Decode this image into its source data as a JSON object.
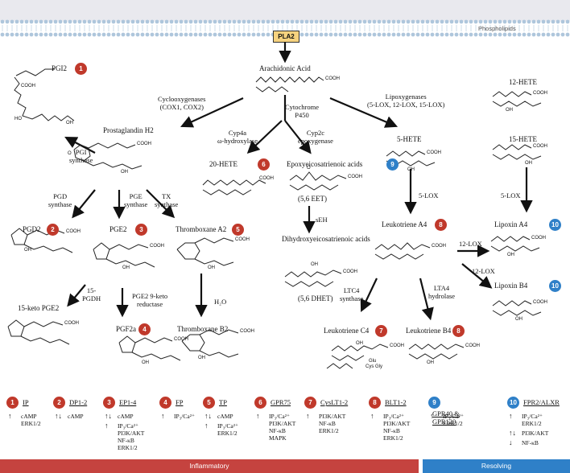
{
  "membrane": {
    "label": "Phospholipids",
    "enzyme": "PLA2"
  },
  "compounds": {
    "arachidonic_acid": "Arachidonic Acid",
    "pgi2": "PGI2",
    "pgh2": "Prostaglandin H2",
    "pgd2": "PGD2",
    "pge2": "PGE2",
    "txa2": "Thromboxane A2",
    "keto_pge2": "15-keto PGE2",
    "pgf2a": "PGF2a",
    "txb2": "Thromboxane B2",
    "hete20": "20-HETE",
    "eet": "Epoxyeicosatrienoic acids",
    "eet_sub": "(5,6 EET)",
    "dhet": "Dihydroxyeicosatrienoic acids",
    "dhet_sub": "(5,6 DHET)",
    "hete5": "5-HETE",
    "hete12": "12-HETE",
    "hete15": "15-HETE",
    "lta4": "Leukotriene A4",
    "ltc4": "Leukotriene C4",
    "ltb4": "Leukotriene B4",
    "lxa4": "Lipoxin A4",
    "lxb4": "Lipoxin B4"
  },
  "enzymes": {
    "cox": "Cyclooxygenases\n(COX1, COX2)",
    "cyp450": "Cytochrome\nP450",
    "lox": "Lipoxygenases\n(5-LOX, 12-LOX, 15-LOX)",
    "pgi_synth": "PGI\nsynthase",
    "pgd_synth": "PGD\nsynthase",
    "pge_synth": "PGE\nsynthase",
    "tx_synth": "TX\nsynthase",
    "cyp4a": "Cyp4a\nω-hydroxylase",
    "cyp2c": "Cyp2c\nepoxygenase",
    "seh": "sEH",
    "pgdh": "15-\nPGDH",
    "pge2_red": "PGE2 9-keto\nreductase",
    "h2o": "H₂O",
    "lox5_a": "5-LOX",
    "lox5_b": "5-LOX",
    "lox12_a": "12-LOX",
    "lox12_b": "12-LOX",
    "ltc4_synth": "LTC4\nsynthase",
    "lta4_hyd": "LTA4\nhydrolase"
  },
  "structure_text": {
    "cooh": "COOH",
    "oh": "OH",
    "o": "O",
    "ho": "HO",
    "glu": "Glu",
    "cys_gly": "Cys Gly"
  },
  "receptors": [
    {
      "num": "1",
      "name": "IP",
      "color": "red",
      "signals": [
        {
          "dir": "↑",
          "text": "cAMP\nERK1/2"
        }
      ]
    },
    {
      "num": "2",
      "name": "DP1-2",
      "color": "red",
      "signals": [
        {
          "dir": "↑↓",
          "text": "cAMP"
        }
      ]
    },
    {
      "num": "3",
      "name": "EP1-4",
      "color": "red",
      "signals": [
        {
          "dir": "↑↓",
          "text": "cAMP"
        },
        {
          "dir": "↑",
          "text": "IP₃/Ca²⁺\nPI3K/AKT\nNF-κB\nERK1/2"
        }
      ]
    },
    {
      "num": "4",
      "name": "FP",
      "color": "red",
      "signals": [
        {
          "dir": "↑",
          "text": "IP₃/Ca²⁺"
        }
      ]
    },
    {
      "num": "5",
      "name": "TP",
      "color": "red",
      "signals": [
        {
          "dir": "↑↓",
          "text": "cAMP"
        },
        {
          "dir": "↑",
          "text": "IP₃/Ca²⁺\nERK1/2"
        }
      ]
    },
    {
      "num": "6",
      "name": "GPR75",
      "color": "red",
      "signals": [
        {
          "dir": "↑",
          "text": "IP₃/Ca²⁺\nPI3K/AKT\nNF-κB\nMAPK"
        }
      ]
    },
    {
      "num": "7",
      "name": "CysLT1-2",
      "color": "red",
      "signals": [
        {
          "dir": "↑",
          "text": "PI3K/AKT\nNF-κB\nERK1/2"
        }
      ]
    },
    {
      "num": "8",
      "name": "BLT1-2",
      "color": "red",
      "signals": [
        {
          "dir": "↑",
          "text": "IP₃/Ca²⁺\nPI3K/AKT\nNF-κB\nERK1/2"
        }
      ]
    },
    {
      "num": "9",
      "name": "GPR40 & GPR120",
      "color": "blue",
      "signals": [
        {
          "dir": "↑",
          "text": "IP₃/Ca²⁺\nERK1/2"
        }
      ]
    },
    {
      "num": "10",
      "name": "FPR2/ALXR",
      "color": "blue",
      "signals": [
        {
          "dir": "↑",
          "text": "IP₃/Ca²⁺\nERK1/2"
        },
        {
          "dir": "↑↓",
          "text": "PI3K/AKT"
        },
        {
          "dir": "↓",
          "text": "NF-κB"
        }
      ]
    }
  ],
  "bars": {
    "inflammatory": "Inflammatory",
    "resolving": "Resolving"
  },
  "colors": {
    "red": "#c0392b",
    "blue": "#2f80c8",
    "membrane": "#aec6dc"
  }
}
